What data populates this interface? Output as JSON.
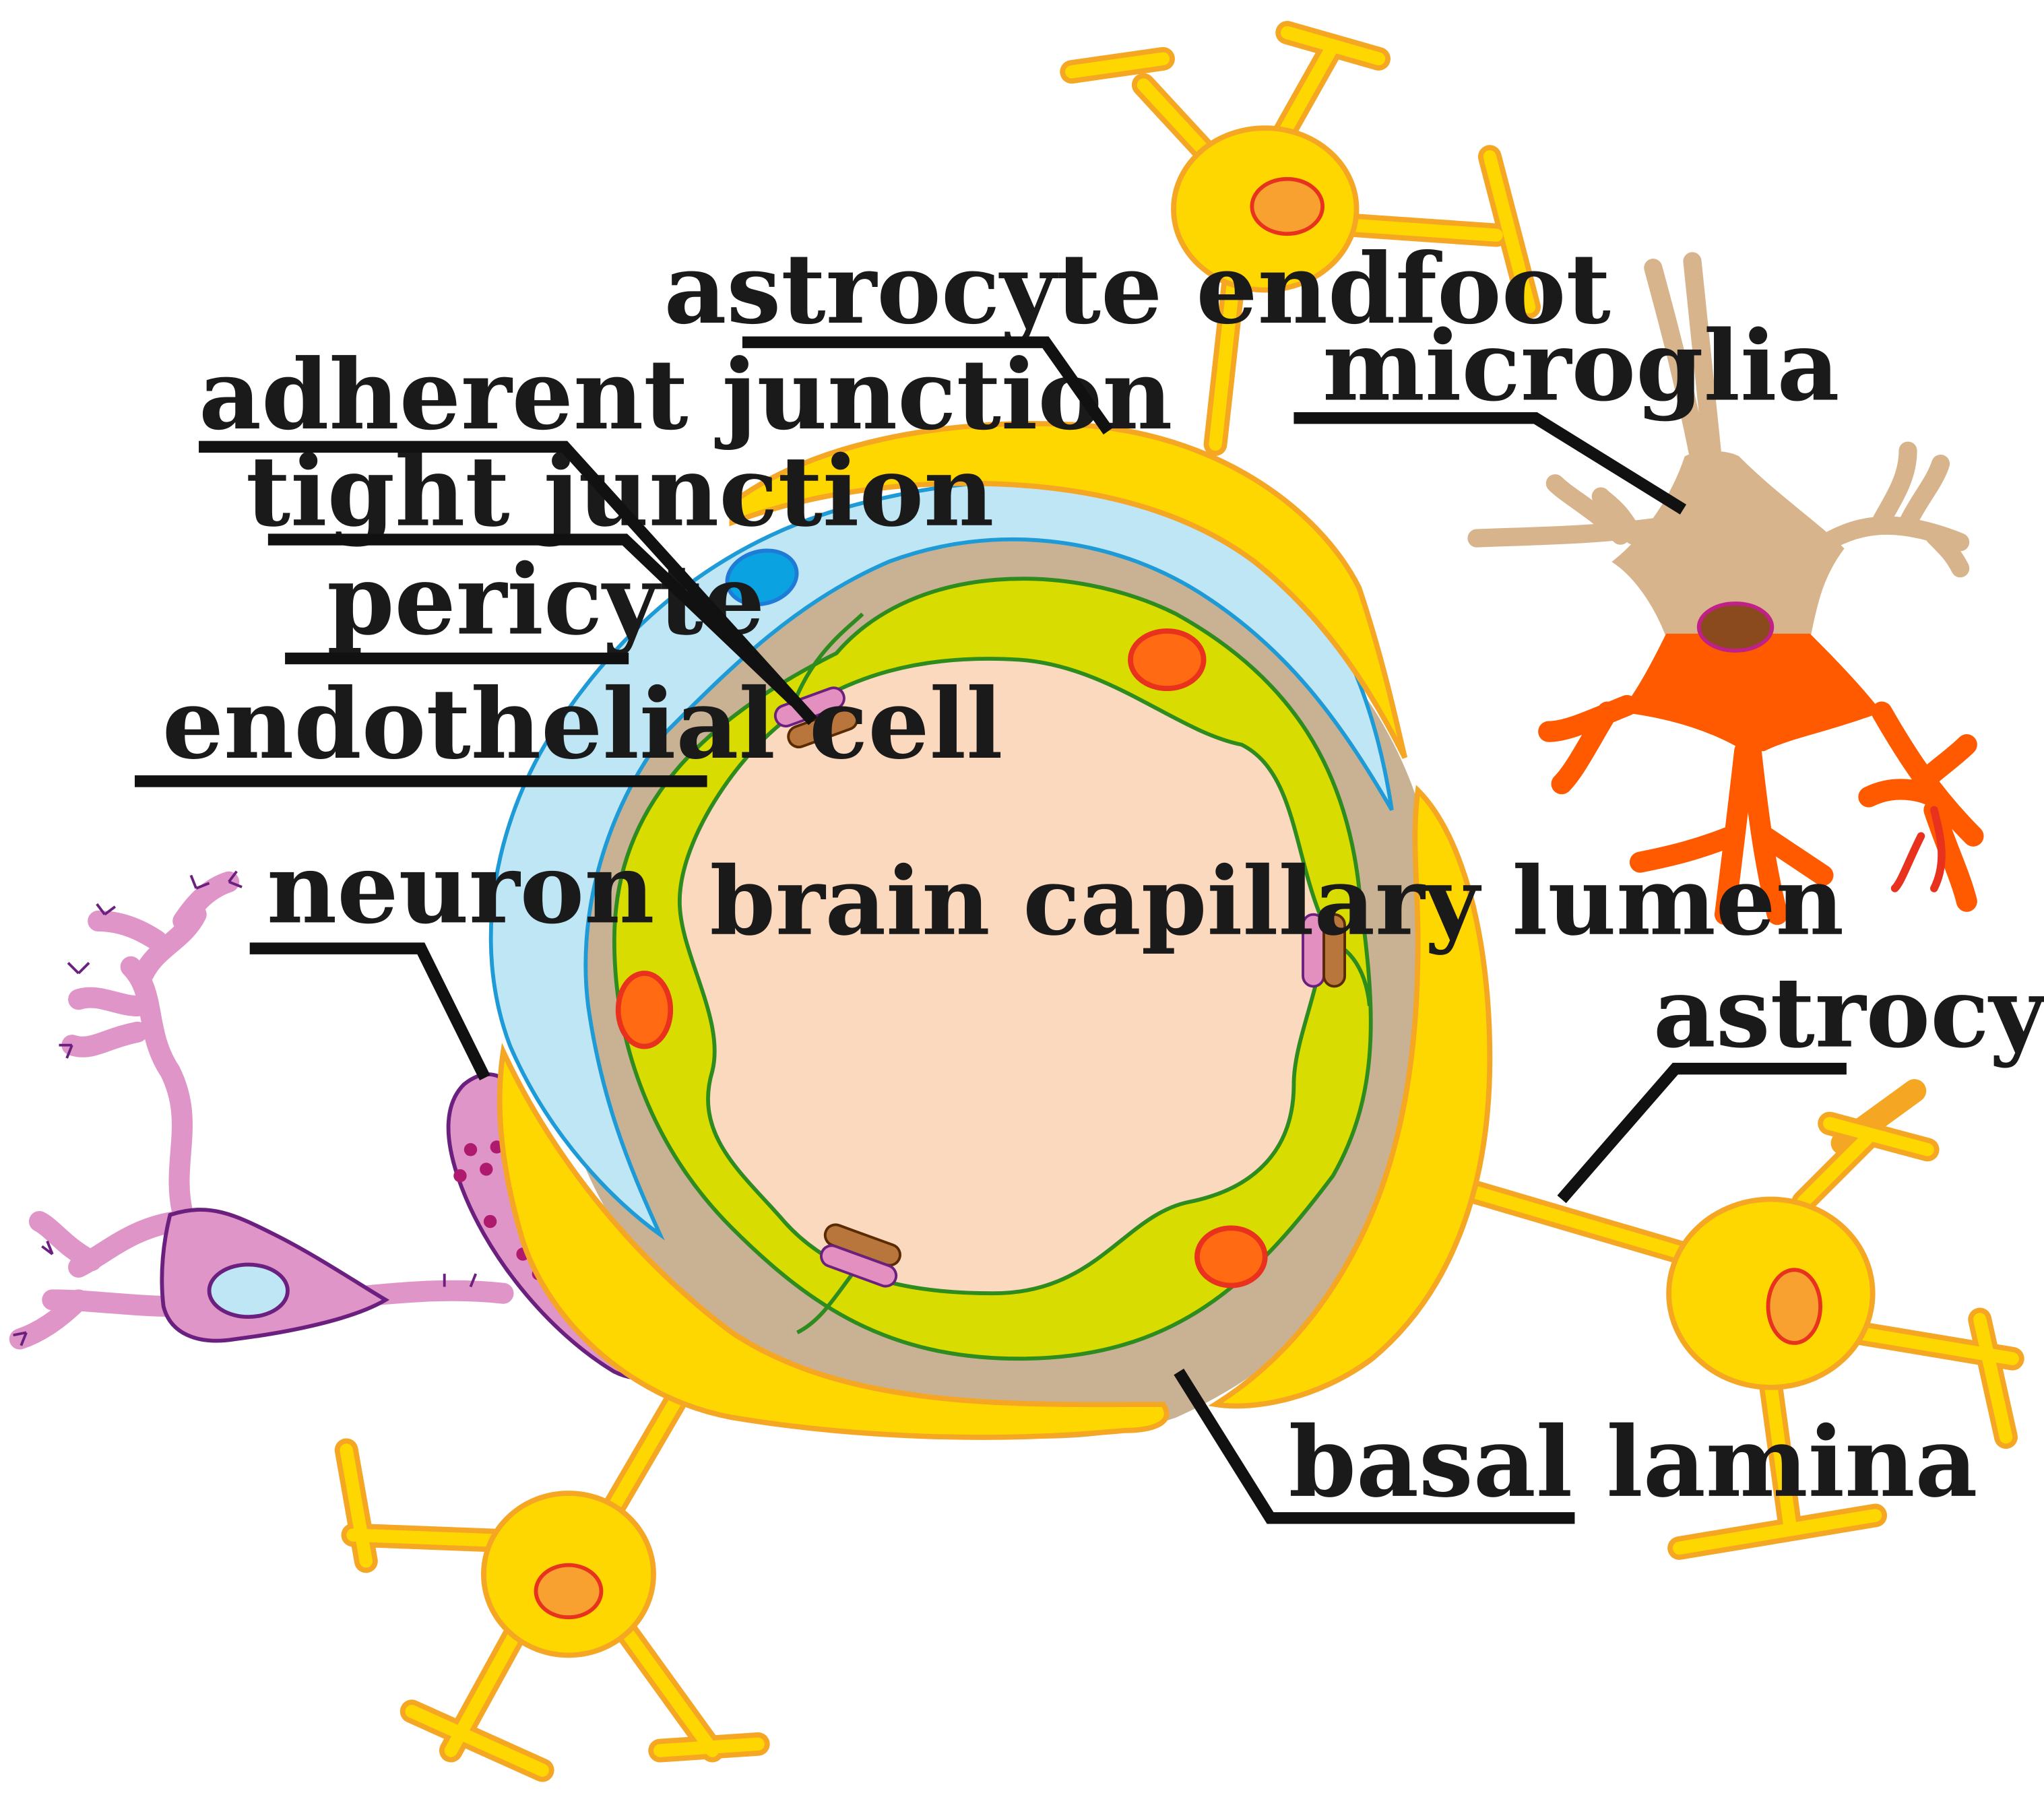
{
  "labels": {
    "astrocyte_endfoot": "astrocyte endfoot",
    "adherent_junction": "adherent junction",
    "tight_junction": "tight junction",
    "pericyte": "pericyte",
    "endothelial_cell": "endothelial cell",
    "neuron": "neuron",
    "microglia": "microglia",
    "astrocyte": "astrocyte",
    "basal_lamina": "basal lamina",
    "lumen": "brain capillary lumen"
  },
  "colors": {
    "lumen": "#FBD9BF",
    "endothelium": "#D8DC00",
    "endothelium_border": "#2E8B1E",
    "basal_lamina": "#C9B294",
    "pericyte": "#BFE6F5",
    "pericyte_border": "#1E9BD7",
    "pericyte_nucleus": "#0AA2E0",
    "astrocyte": "#FFD700",
    "astrocyte_border": "#F5A623",
    "astrocyte_nucleus": "#F8A030",
    "nucleus_border": "#E8321E",
    "endothelial_nucleus": "#FF6A13",
    "neuron": "#E095C8",
    "neuron_border": "#6B2080",
    "neuron_nucleus": "#BFE6F5",
    "microglia_top": "#D7B48C",
    "microglia_bottom": "#FF5A00",
    "microglia_nucleus": "#8B4A1E",
    "junction_tight": "#E38FC0",
    "junction_adherent": "#B8763C"
  }
}
